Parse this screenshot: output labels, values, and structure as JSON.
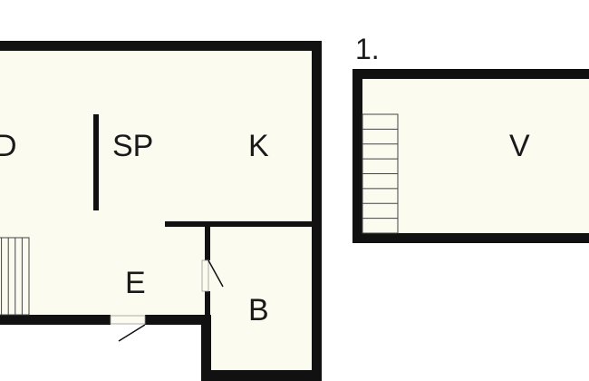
{
  "colors": {
    "floor_fill": "#fbfbf0",
    "wall": "#111111",
    "background": "#ffffff"
  },
  "upper_floor": {
    "label": "1.",
    "rooms": {
      "v": "V"
    }
  },
  "ground_floor": {
    "rooms": {
      "d": "D",
      "sp": "SP",
      "k": "K",
      "e": "E",
      "b": "B"
    }
  },
  "stairs": {
    "ground_steps_visible": 5,
    "upper_steps_visible": 8
  }
}
